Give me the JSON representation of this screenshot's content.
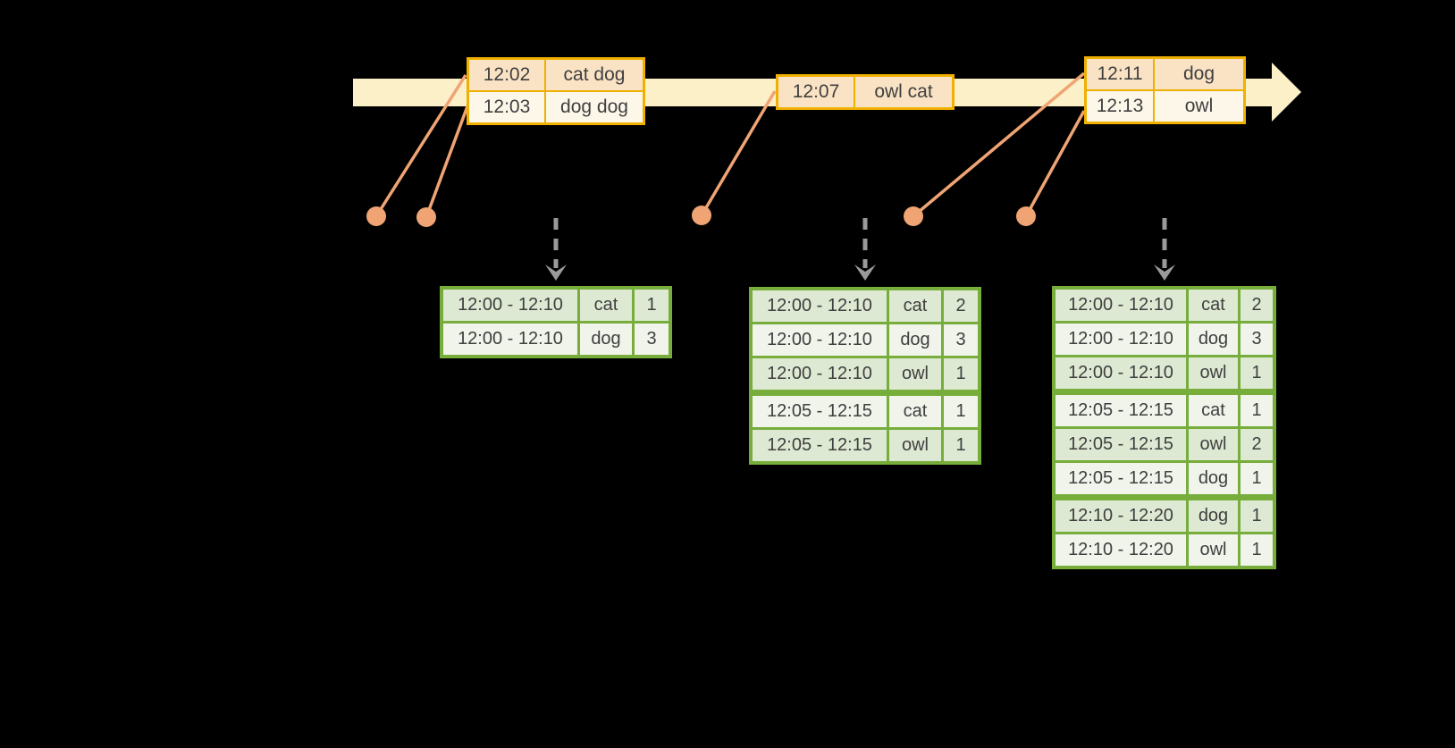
{
  "event_boxes": [
    {
      "rows": [
        {
          "time": "12:02",
          "word": "cat dog"
        },
        {
          "time": "12:03",
          "word": "dog dog"
        }
      ]
    },
    {
      "rows": [
        {
          "time": "12:07",
          "word": "owl cat"
        }
      ]
    },
    {
      "rows": [
        {
          "time": "12:11",
          "word": "dog"
        },
        {
          "time": "12:13",
          "word": "owl"
        }
      ]
    }
  ],
  "result_tables": [
    {
      "rows": [
        {
          "window": "12:00 - 12:10",
          "word": "cat",
          "count": 1
        },
        {
          "window": "12:00 - 12:10",
          "word": "dog",
          "count": 3
        }
      ]
    },
    {
      "rows": [
        {
          "window": "12:00 - 12:10",
          "word": "cat",
          "count": 2
        },
        {
          "window": "12:00 - 12:10",
          "word": "dog",
          "count": 3
        },
        {
          "window": "12:00 - 12:10",
          "word": "owl",
          "count": 1
        },
        {
          "window": "12:05 - 12:15",
          "word": "cat",
          "count": 1
        },
        {
          "window": "12:05 - 12:15",
          "word": "owl",
          "count": 1
        }
      ]
    },
    {
      "rows": [
        {
          "window": "12:00 - 12:10",
          "word": "cat",
          "count": 2
        },
        {
          "window": "12:00 - 12:10",
          "word": "dog",
          "count": 3
        },
        {
          "window": "12:00 - 12:10",
          "word": "owl",
          "count": 1
        },
        {
          "window": "12:05 - 12:15",
          "word": "cat",
          "count": 1
        },
        {
          "window": "12:05 - 12:15",
          "word": "owl",
          "count": 2
        },
        {
          "window": "12:05 - 12:15",
          "word": "dog",
          "count": 1
        },
        {
          "window": "12:10 - 12:20",
          "word": "dog",
          "count": 1
        },
        {
          "window": "12:10 - 12:20",
          "word": "owl",
          "count": 1
        }
      ]
    }
  ],
  "colors": {
    "background": "#000000",
    "timeline_fill": "#fcf0c9",
    "event_box_border": "#f0b000",
    "event_row_dark": "#fae3c4",
    "event_row_light": "#fdf7e9",
    "arrival_dot": "#f0a473",
    "trigger_arrow": "#9a9a9a",
    "table_border": "#76ad3b",
    "table_row_dark": "#dde9d2",
    "table_row_light": "#f0f4eb",
    "text": "#3f3f3f"
  }
}
